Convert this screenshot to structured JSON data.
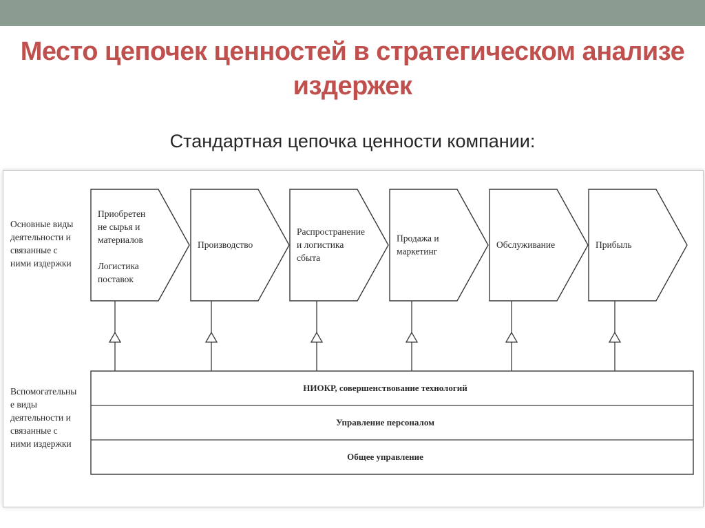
{
  "colors": {
    "top_bar": "#8a9c8f",
    "title": "#c0504d",
    "subtitle": "#262626",
    "diagram_line": "#3a3a3a"
  },
  "slide": {
    "title_lines": [
      "Место цепочек ценностей в стратегическом анализе",
      "издержек"
    ],
    "subtitle": "Стандартная цепочка ценности компании:"
  },
  "diagram": {
    "primary_label_lines": [
      "Основные виды",
      "деятельности и",
      "связанные с",
      "ними издержки"
    ],
    "support_label_lines": [
      "Вспомогательны",
      "е виды",
      "деятельности и",
      "связанные с",
      "ними издержки"
    ],
    "primary_activities": [
      {
        "lines": [
          "Приобретен",
          "не сырья и",
          "материалов",
          "",
          "Логистика",
          "поставок"
        ]
      },
      {
        "lines": [
          "Производство"
        ]
      },
      {
        "lines": [
          "Распространение",
          "и логистика",
          "сбыта"
        ]
      },
      {
        "lines": [
          "Продажа и",
          "маркетинг"
        ]
      },
      {
        "lines": [
          "Обслуживание"
        ]
      },
      {
        "lines": [
          "Прибыль"
        ]
      }
    ],
    "support_activities": [
      "НИОКР, совершенствование технологий",
      "Управление персоналом",
      "Общее управление"
    ]
  }
}
